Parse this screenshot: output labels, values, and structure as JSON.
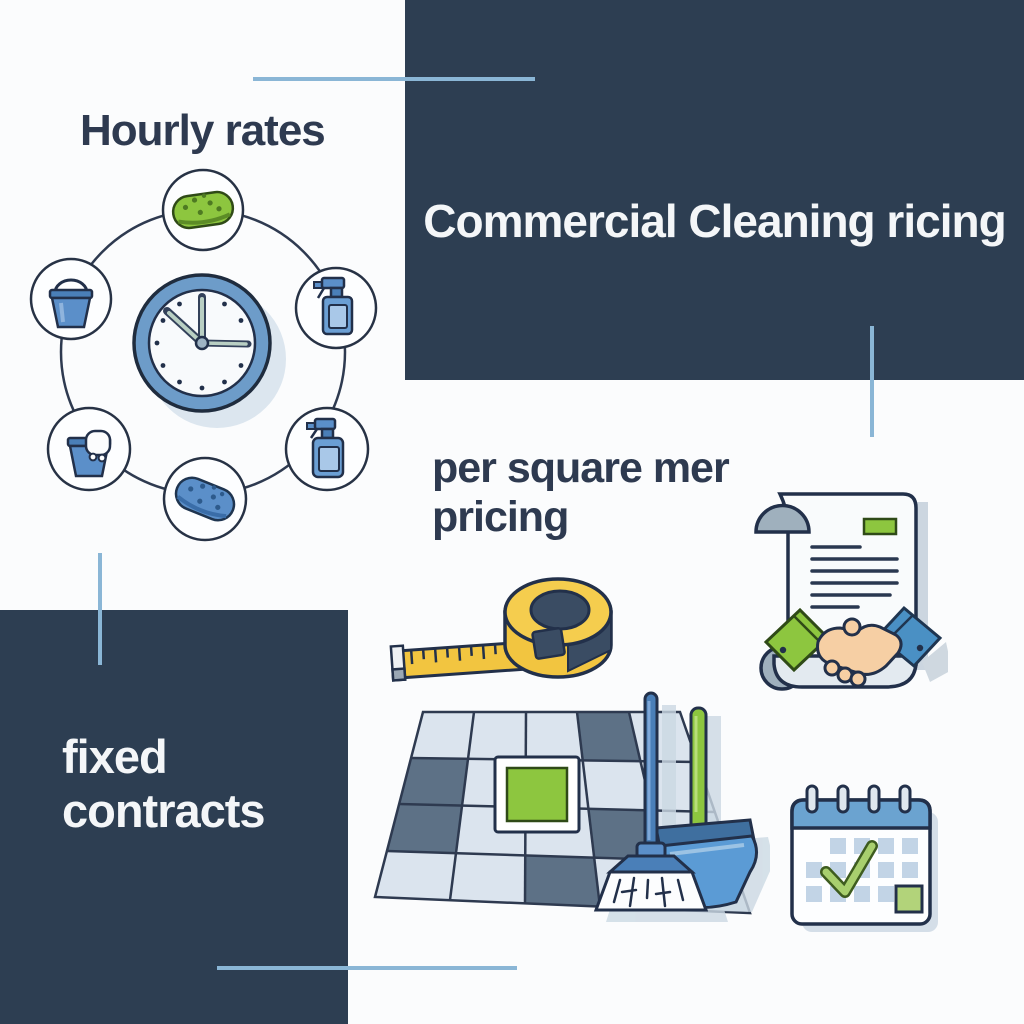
{
  "panels": {
    "top_right": {
      "title": "Commercial Cleaning ricing",
      "bg": "#2d3e52",
      "text_color": "#f4f6f8"
    },
    "bottom_left": {
      "title_line1": "fixed",
      "title_line2": "contracts",
      "bg": "#2d3e52",
      "text_color": "#f4f6f8"
    }
  },
  "sections": {
    "hourly": {
      "title": "Hourly rates",
      "icons": [
        "clock-icon",
        "sponge-green-icon",
        "bucket-icon",
        "spray-bottle-icon",
        "bucket-towel-icon",
        "sponge-blue-icon",
        "spray-bottle-2-icon"
      ]
    },
    "per_sqm": {
      "title_line1": "per square mer",
      "title_line2": "pricing",
      "icons": [
        "tape-measure-icon",
        "tile-floor-icon",
        "green-tile-icon",
        "broom-icon",
        "dustpan-icon"
      ]
    },
    "fixed": {
      "icons": [
        "contract-scroll-icon",
        "handshake-icon",
        "calendar-check-icon"
      ]
    }
  },
  "colors": {
    "navy_panel": "#2d3e52",
    "dark_text": "#2e3a50",
    "accent_line": "#8ab6d6",
    "green": "#8dc63f",
    "blue": "#5b8fc9",
    "light_blue_fill": "#a9c8e8",
    "tape_yellow": "#f2c540",
    "tile_light": "#dbe4ee",
    "tile_dark": "#5d7186",
    "skin": "#f6cfa4",
    "background": "#fbfcfd"
  }
}
